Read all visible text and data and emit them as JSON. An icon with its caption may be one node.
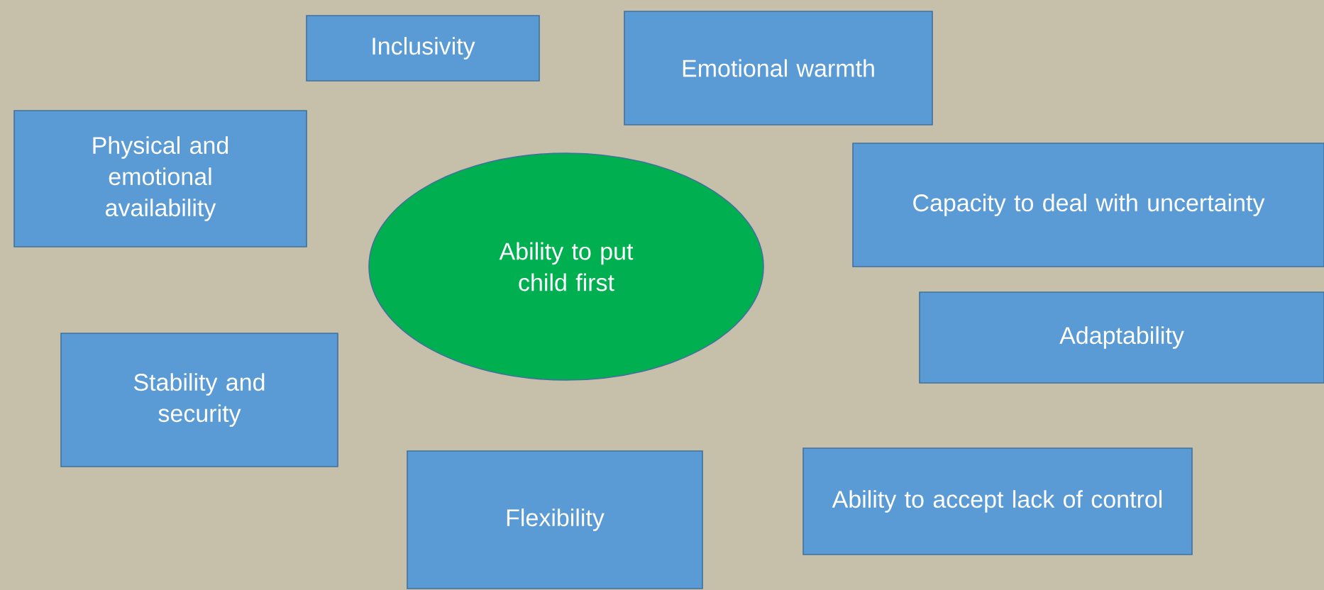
{
  "diagram": {
    "nodes": [
      {
        "text": [
          "Inclusivity"
        ]
      },
      {
        "text": [
          "Emotional warmth"
        ]
      },
      {
        "text": [
          "Physical and emotional availability"
        ]
      },
      {
        "text": [
          "Ability to put child first"
        ]
      },
      {
        "text": [
          "Capacity to deal with uncertainty"
        ]
      },
      {
        "text": [
          "Adaptability"
        ]
      },
      {
        "text": [
          "Stability and security"
        ]
      },
      {
        "text": [
          "Flexibility"
        ]
      },
      {
        "text": [
          "Ability to accept lack of control"
        ]
      }
    ]
  }
}
